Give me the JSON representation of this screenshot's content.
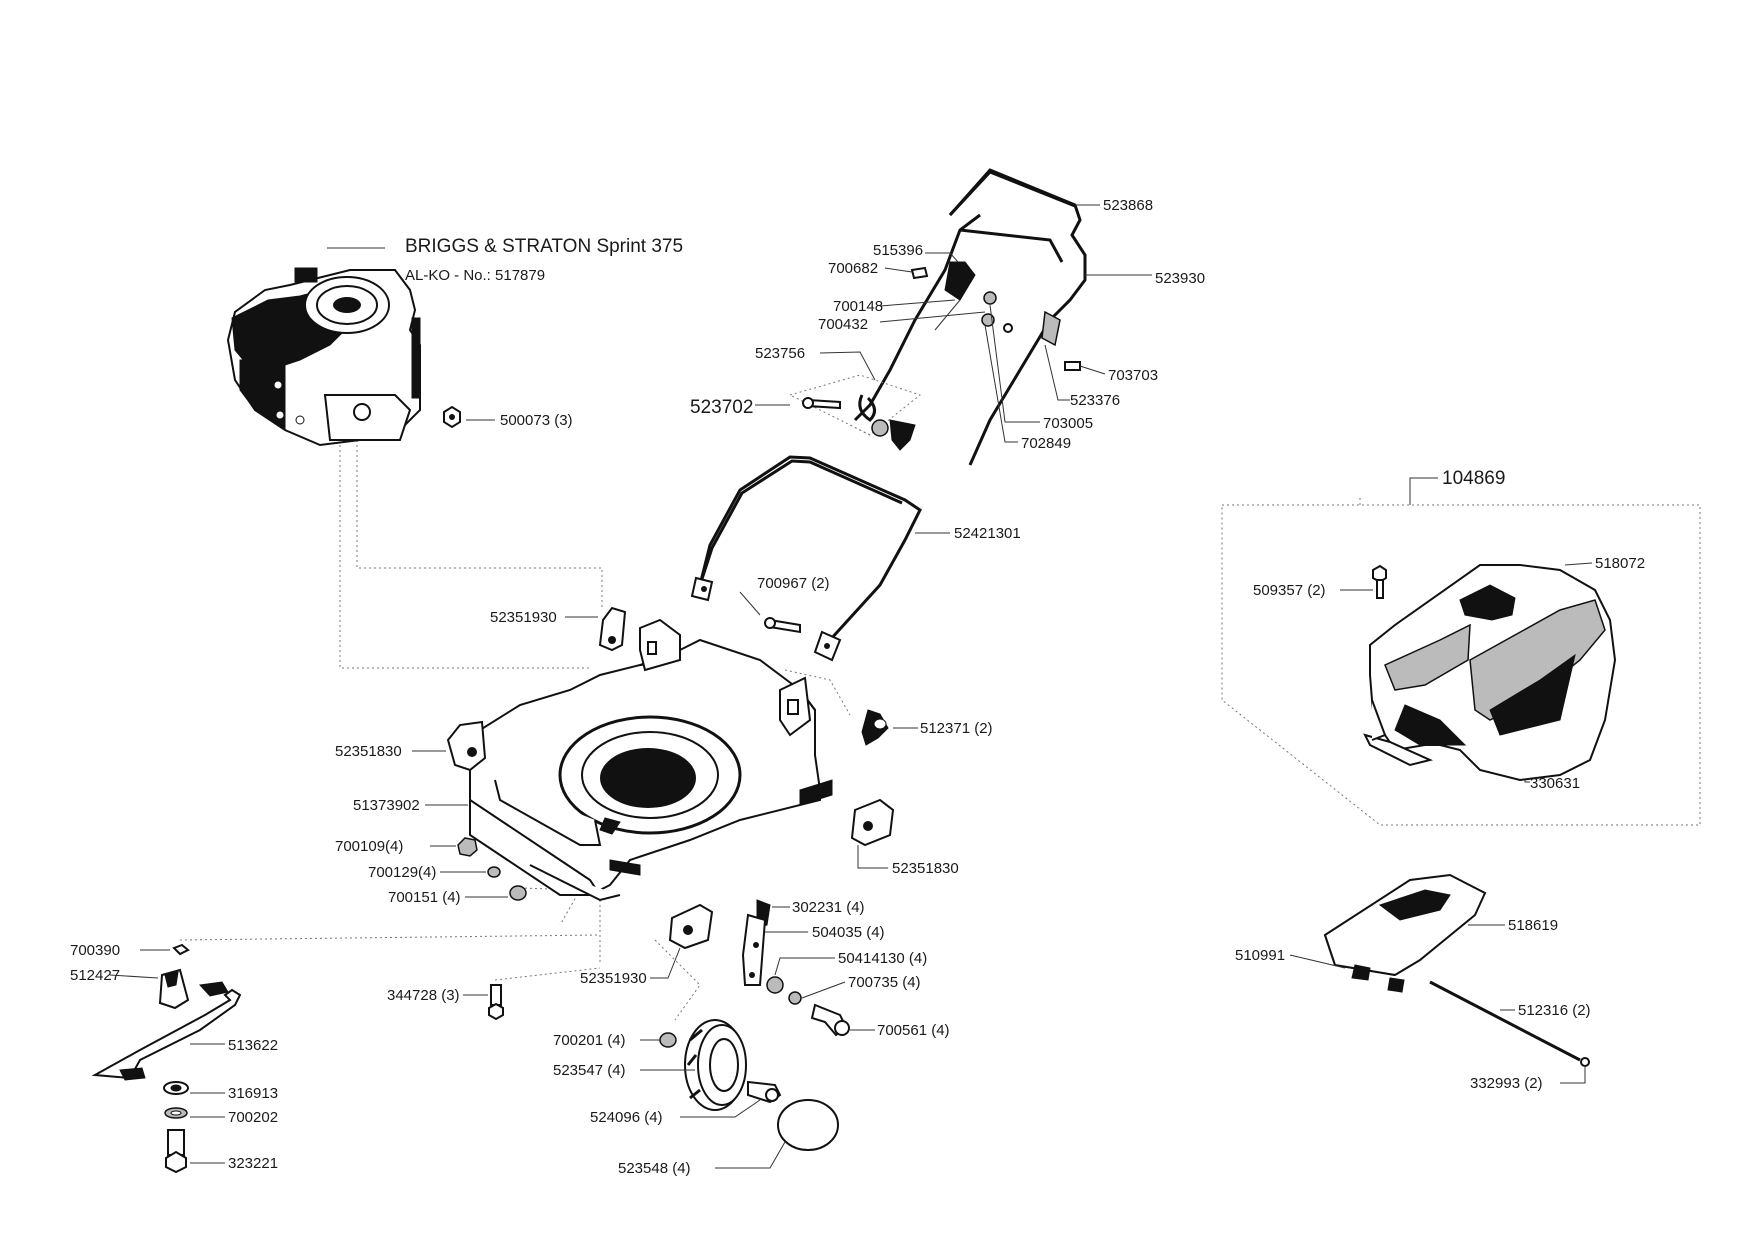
{
  "engine": {
    "title": "BRIGGS & STRATON  Sprint 375",
    "subtitle": "AL-KO - No.: 517879"
  },
  "kit": {
    "number": "104869"
  },
  "labels": {
    "p523868": "523868",
    "p515396": "515396",
    "p700682": "700682",
    "p523930": "523930",
    "p700148": "700148",
    "p700432": "700432",
    "p523756": "523756",
    "p703703": "703703",
    "p523376": "523376",
    "p523702": "523702",
    "p703005": "703005",
    "p702849": "702849",
    "p500073": "500073 (3)",
    "p52421301": "52421301",
    "p700967": "700967 (2)",
    "p52351930a": "52351930",
    "p512371": "512371 (2)",
    "p52351830a": "52351830",
    "p51373902": "51373902",
    "p700109": "700109(4)",
    "p700129": "700129(4)",
    "p700151": "700151 (4)",
    "p52351830b": "52351830",
    "p302231": "302231 (4)",
    "p504035": "504035 (4)",
    "p50414130": "50414130 (4)",
    "p700735": "700735 (4)",
    "p700561": "700561 (4)",
    "p52351930b": "52351930",
    "p700390": "700390",
    "p512427": "512427",
    "p344728": "344728 (3)",
    "p513622": "513622",
    "p316913": "316913",
    "p700202": "700202",
    "p323221": "323221",
    "p700201": "700201 (4)",
    "p523547": "523547 (4)",
    "p524096": "524096 (4)",
    "p523548": "523548  (4)",
    "p509357": "509357 (2)",
    "p518072": "518072",
    "p330631": "330631",
    "p518619": "518619",
    "p510991": "510991",
    "p512316": "512316 (2)",
    "p332993": "332993 (2)"
  }
}
